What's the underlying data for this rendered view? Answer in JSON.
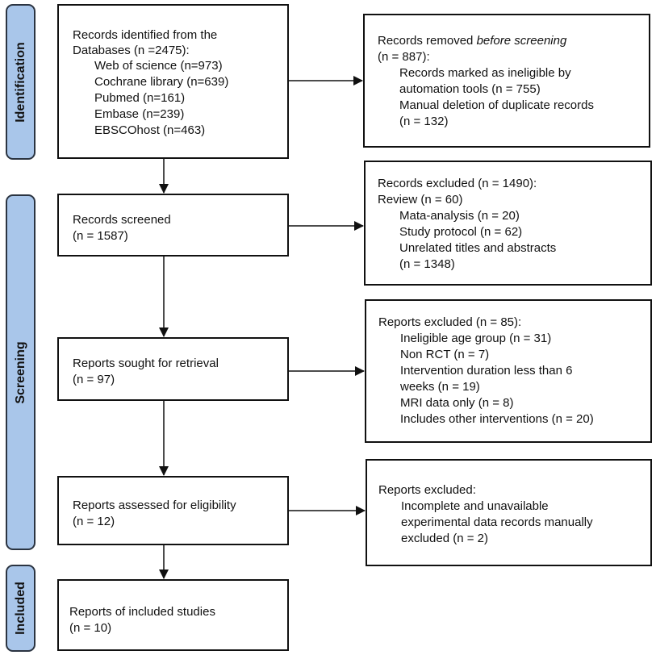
{
  "phases": {
    "identification": "Identification",
    "screening": "Screening",
    "included": "Included"
  },
  "identified": {
    "heading_line1": "Records identified from the",
    "heading_line2": "Databases (n =2475):",
    "sources": [
      "Web of science (n=973)",
      "Cochrane library (n=639)",
      "Pubmed (n=161)",
      "Embase (n=239)",
      "EBSCOhost (n=463)"
    ]
  },
  "removed": {
    "line1_prefix": "Records removed ",
    "line1_emph": "before screening",
    "line2": "(n = 887):",
    "items": [
      "Records marked as ineligible by",
      "automation tools (n = 755)",
      "Manual deletion of duplicate records",
      "(n = 132)"
    ]
  },
  "screened": {
    "line1": "Records screened",
    "line2": "(n = 1587)"
  },
  "excluded_records": {
    "line1": "Records excluded (n = 1490):",
    "line2": "Review (n = 60)",
    "items": [
      "Mata-analysis (n = 20)",
      "Study protocol (n = 62)",
      "Unrelated titles and abstracts",
      "(n = 1348)"
    ]
  },
  "sought": {
    "line1": "Reports sought for retrieval",
    "line2": "(n = 97)"
  },
  "excluded_reports": {
    "line1": "Reports excluded (n = 85):",
    "items": [
      "Ineligible age group (n = 31)",
      "Non RCT (n = 7)",
      "Intervention duration less than 6",
      "weeks (n = 19)",
      "MRI data only (n = 8)",
      "Includes other interventions (n = 20)"
    ]
  },
  "assessed": {
    "line1": "Reports assessed for eligibility",
    "line2": "(n = 12)"
  },
  "excluded_eligibility": {
    "line1": "Reports excluded:",
    "items": [
      "Incomplete and unavailable",
      "experimental data records manually",
      "excluded (n = 2)"
    ]
  },
  "included_studies": {
    "line1": "Reports of included studies",
    "line2": "(n = 10)"
  }
}
